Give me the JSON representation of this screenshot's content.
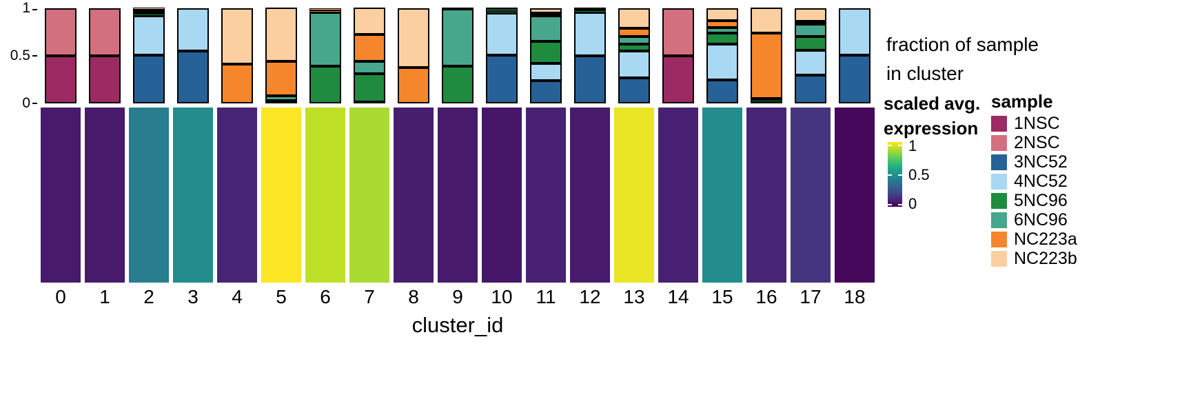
{
  "axes": {
    "y_ticks": [
      "1",
      "0.5",
      "0"
    ],
    "x_title": "cluster_id"
  },
  "right_panel": {
    "fraction_label_line1": "fraction of sample",
    "fraction_label_line2": "in cluster"
  },
  "colorbar": {
    "title_line1": "scaled avg.",
    "title_line2": "expression",
    "tick_labels": [
      "1",
      "0.5",
      "0"
    ],
    "tick_values": [
      1,
      0.5,
      0
    ]
  },
  "legend": {
    "title": "sample",
    "items": [
      {
        "label": "1NSC",
        "color": "#9c2a63"
      },
      {
        "label": "2NSC",
        "color": "#d2707f"
      },
      {
        "label": "3NC52",
        "color": "#266197"
      },
      {
        "label": "4NC52",
        "color": "#a9d8f2"
      },
      {
        "label": "5NC96",
        "color": "#1f8b3e"
      },
      {
        "label": "6NC96",
        "color": "#46a78c"
      },
      {
        "label": "NC223a",
        "color": "#f6862b"
      },
      {
        "label": "NC223b",
        "color": "#fbcf9f"
      }
    ]
  },
  "viridis_stops": [
    [
      0.0,
      "#440154"
    ],
    [
      0.1,
      "#482475"
    ],
    [
      0.2,
      "#414487"
    ],
    [
      0.3,
      "#355f8d"
    ],
    [
      0.4,
      "#2a788e"
    ],
    [
      0.5,
      "#21918c"
    ],
    [
      0.6,
      "#22a884"
    ],
    [
      0.7,
      "#44bf70"
    ],
    [
      0.8,
      "#7ad151"
    ],
    [
      0.9,
      "#bddf26"
    ],
    [
      1.0,
      "#fde725"
    ]
  ],
  "chart_data": [
    {
      "type": "bar",
      "stacked": true,
      "title": "fraction of sample in cluster",
      "xlabel": "cluster_id",
      "ylabel": "fraction of sample in cluster",
      "ylim": [
        0,
        1
      ],
      "yticks": [
        0,
        0.5,
        1
      ],
      "legend_position": "right",
      "categories": [
        "0",
        "1",
        "2",
        "3",
        "4",
        "5",
        "6",
        "7",
        "8",
        "9",
        "10",
        "11",
        "12",
        "13",
        "14",
        "15",
        "16",
        "17",
        "18"
      ],
      "series": [
        {
          "name": "1NSC",
          "color": "#9c2a63",
          "values": [
            0.5,
            0.5,
            0,
            0,
            0,
            0,
            0,
            0,
            0,
            0,
            0,
            0,
            0,
            0,
            0.5,
            0,
            0,
            0,
            0
          ]
        },
        {
          "name": "2NSC",
          "color": "#d2707f",
          "values": [
            0.5,
            0.5,
            0,
            0,
            0,
            0,
            0,
            0,
            0,
            0,
            0,
            0,
            0,
            0,
            0.5,
            0,
            0,
            0,
            0
          ]
        },
        {
          "name": "3NC52",
          "color": "#266197",
          "values": [
            0,
            0,
            0.51,
            0.55,
            0,
            0.01,
            0,
            0.01,
            0,
            0,
            0.51,
            0.24,
            0.5,
            0.27,
            0,
            0.25,
            0.01,
            0.3,
            0.51
          ]
        },
        {
          "name": "4NC52",
          "color": "#a9d8f2",
          "values": [
            0,
            0,
            0.41,
            0.45,
            0,
            0,
            0,
            0,
            0,
            0,
            0.44,
            0.18,
            0.46,
            0.28,
            0,
            0.37,
            0,
            0.26,
            0.49
          ]
        },
        {
          "name": "5NC96",
          "color": "#1f8b3e",
          "values": [
            0,
            0,
            0.02,
            0,
            0,
            0.01,
            0.39,
            0.3,
            0,
            0.39,
            0.02,
            0.23,
            0.02,
            0.07,
            0,
            0.12,
            0.02,
            0.14,
            0
          ]
        },
        {
          "name": "6NC96",
          "color": "#46a78c",
          "values": [
            0,
            0,
            0.03,
            0,
            0,
            0.05,
            0.57,
            0.13,
            0,
            0.6,
            0.02,
            0.27,
            0.01,
            0.08,
            0,
            0.06,
            0.01,
            0.13,
            0
          ]
        },
        {
          "name": "NC223a",
          "color": "#f6862b",
          "values": [
            0,
            0,
            0.01,
            0,
            0.41,
            0.36,
            0.02,
            0.28,
            0.38,
            0.01,
            0.01,
            0.03,
            0.01,
            0.09,
            0,
            0.07,
            0.69,
            0.03,
            0
          ]
        },
        {
          "name": "NC223b",
          "color": "#fbcf9f",
          "values": [
            0,
            0,
            0.02,
            0,
            0.59,
            0.57,
            0.02,
            0.28,
            0.62,
            0,
            0,
            0.05,
            0,
            0.21,
            0,
            0.13,
            0.27,
            0.14,
            0
          ]
        }
      ]
    },
    {
      "type": "heatmap",
      "title": "scaled avg. expression",
      "colormap": "viridis",
      "vlim": [
        0,
        1
      ],
      "categories": [
        "0",
        "1",
        "2",
        "3",
        "4",
        "5",
        "6",
        "7",
        "8",
        "9",
        "10",
        "11",
        "12",
        "13",
        "14",
        "15",
        "16",
        "17",
        "18"
      ],
      "values": [
        0.07,
        0.07,
        0.42,
        0.48,
        0.1,
        1.0,
        0.9,
        0.87,
        0.08,
        0.07,
        0.06,
        0.09,
        0.07,
        0.97,
        0.09,
        0.48,
        0.1,
        0.15,
        0.02
      ]
    }
  ]
}
